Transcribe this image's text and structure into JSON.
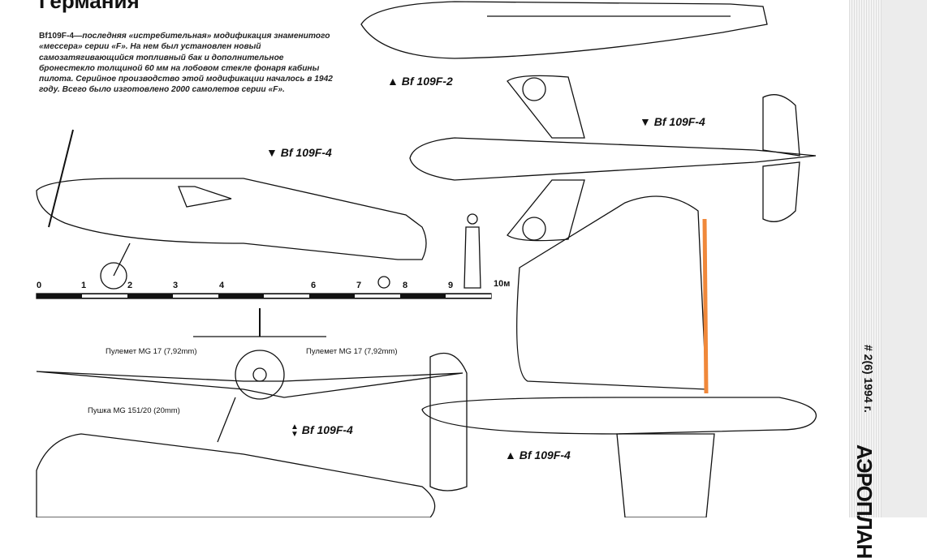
{
  "header": {
    "title": "Германия"
  },
  "description": {
    "lead": "Bf109F-4",
    "text": "—последняя «истребительная» модификация знаменитого «мессера» серии «F». На нем был установлен новый самозатягивающийся топливный бак и дополнительное бронестекло толщиной 60 мм на лобовом стекле фонаря кабины пилота. Серийное производство этой модификации началось в 1942 году. Всего было изготовлено 2000 самолетов серии «F»."
  },
  "labels": {
    "top_view_f2": "▲ Bf 109F-2",
    "bottom_view_f4": "▼ Bf 109F-4",
    "side_view_f4": "▼ Bf 109F-4",
    "front_view_f4": "Bf 109F-4",
    "top_view_f4": "▲ Bf 109F-4"
  },
  "callouts": {
    "mg_left": "Пулемет MG 17 (7,92mm)",
    "mg_right": "Пулемет MG 17 (7,92mm)",
    "cannon": "Пушка MG 151/20 (20mm)"
  },
  "scale": {
    "ticks": [
      "0",
      "1",
      "2",
      "3",
      "4",
      "6",
      "7",
      "8",
      "9"
    ],
    "unit": "10м"
  },
  "magazine": {
    "issue": "# 2(6) 1994 г.",
    "logo": "АЭРОПЛАН"
  },
  "colors": {
    "highlight": "#f0883a"
  }
}
